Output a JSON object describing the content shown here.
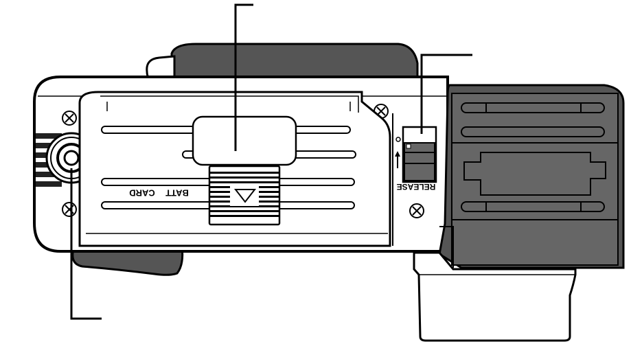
{
  "figure": {
    "labels": {
      "card": "CARD",
      "batt": "BATT",
      "release": "RELEASE"
    },
    "colors": {
      "outline": "#000000",
      "body": "#ffffff",
      "dark_gray": "#555555",
      "mid_gray": "#666666",
      "light_gray": "#dddddd"
    },
    "icons": [
      "screw-icon",
      "tripod-socket-icon",
      "open-arrow-icon",
      "lock-indicator-icon"
    ]
  }
}
